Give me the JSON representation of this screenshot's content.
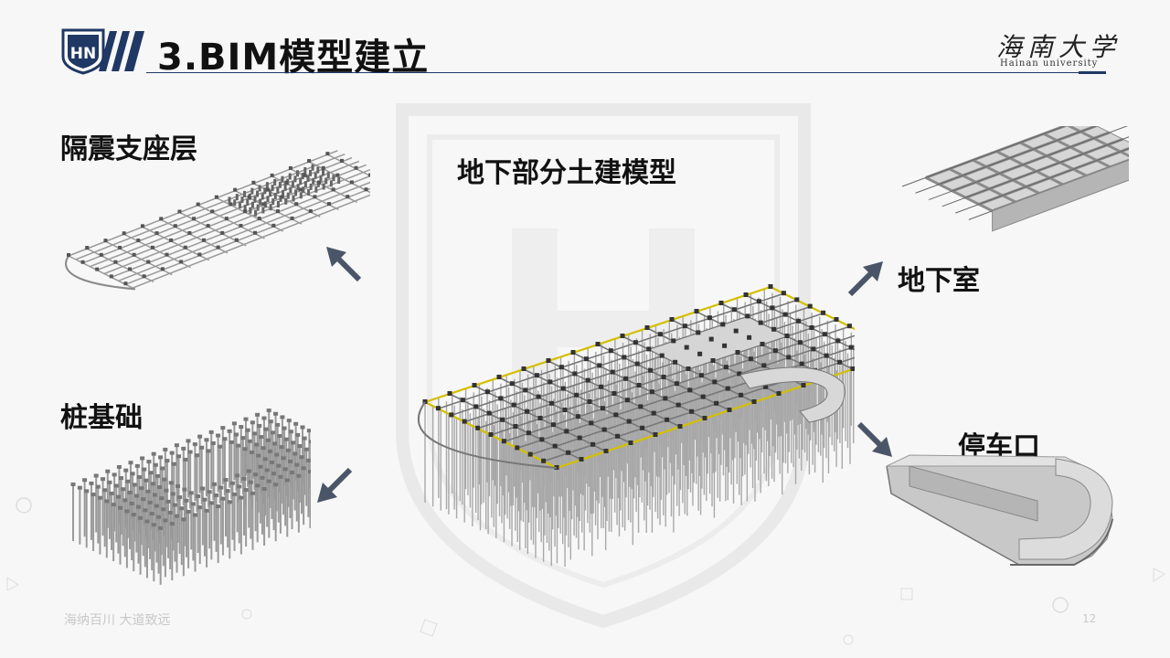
{
  "header": {
    "title": "3.BIM模型建立",
    "logo_text": "HN",
    "university_cn": "海南大学",
    "university_en": "Hainan university"
  },
  "labels": {
    "isolation": "隔震支座层",
    "underground_model": "地下部分土建模型",
    "basement": "地下室",
    "pile": "桩基础",
    "parking": "停车口"
  },
  "footer": {
    "motto": "海纳百川  大道致远",
    "page": "12"
  },
  "colors": {
    "accent": "#1f3864",
    "arrow": "#4a5568",
    "yellow_edge": "#d4c000"
  },
  "icons": [
    "hainan-university-logo",
    "arrow-icon"
  ]
}
